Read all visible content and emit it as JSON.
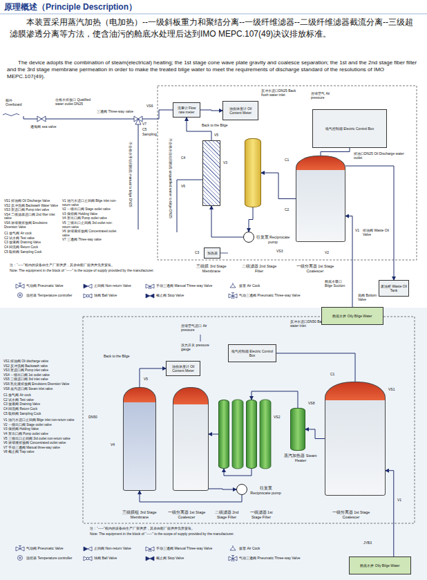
{
  "diagram": {
    "title": "原理概述（Principle Description）",
    "nodes": [
      {
        "text": [
          "电气控制箱 Electric Control Box"
        ]
      },
      {
        "text": [
          "油份浓度计 Oil Content Meter"
        ]
      },
      {
        "text": [
          "流量计 Flow rate meter"
        ]
      },
      {
        "text": [
          "三级膜 3rd Stage Membrane"
        ]
      },
      {
        "text": [
          "二级滤器 2nd Stage Filter"
        ]
      },
      {
        "text": [
          "一级分离器 1st Stage Coalescer"
        ]
      },
      {
        "text": [
          "往复泵 Reciprocate pump"
        ]
      },
      {
        "text": [
          "加热器"
        ]
      },
      {
        "text": [
          "舱底水井 Oily Bilge Water"
        ]
      },
      {
        "text": [
          "废油柜 Waste Oil Tank"
        ]
      },
      {
        "text": [
          "电气控制箱 Electric Control Box"
        ]
      },
      {
        "text": [
          "油份浓度计 Oil Content Meter"
        ]
      },
      {
        "text": [
          "三级膜组 3rd Stage Membrane"
        ]
      },
      {
        "text": [
          "一级分离器 1st Stage Coalescer"
        ]
      },
      {
        "text": [
          "二级滤器 2nd Stage Filter"
        ]
      },
      {
        "text": [
          "一级滤器 1st Stage Filter"
        ]
      },
      {
        "text": [
          "蒸汽加热器 Steam Heater"
        ]
      },
      {
        "text": [
          "一级分离器 1st Stage Coalescer"
        ]
      },
      {
        "text": [
          "往复泵 Reciprocate pump"
        ]
      },
      {
        "text": [
          "舱底水井 Oily Bilge Water"
        ]
      }
    ],
    "edges": [
      {
        "from": 8,
        "to": 5,
        "arrow": "to"
      },
      {
        "from": 5,
        "to": 4,
        "arrow": "to"
      },
      {
        "from": 4,
        "to": 6,
        "arrow": "to"
      },
      {
        "from": 6,
        "to": 3,
        "arrow": "to"
      },
      {
        "from": 3,
        "to": 2,
        "arrow": "to"
      },
      {
        "from": 2,
        "to": 1,
        "arrow": "to"
      },
      {
        "from": 0,
        "to": 5,
        "arrow": "none"
      },
      {
        "from": 5,
        "to": 9,
        "arrow": "to"
      },
      {
        "from": 19,
        "to": 17,
        "arrow": "to"
      },
      {
        "from": 17,
        "to": 16,
        "arrow": "to"
      },
      {
        "from": 16,
        "to": 15,
        "arrow": "to"
      },
      {
        "from": 15,
        "to": 14,
        "arrow": "to"
      },
      {
        "from": 14,
        "to": 13,
        "arrow": "to"
      },
      {
        "from": 13,
        "to": 18,
        "arrow": "to"
      },
      {
        "from": 18,
        "to": 12,
        "arrow": "to"
      },
      {
        "from": 12,
        "to": 11,
        "arrow": "to"
      },
      {
        "from": 10,
        "to": 17,
        "arrow": "none"
      }
    ],
    "labels": [
      "本装置采用蒸汽加热（电加热）--一级斜板重力和聚结分离--一级纤维滤器--二级纤维滤器截流分离--三级超滤膜渗透分离等方法，使含油污的舱底水处理后达到IMO MEPC.107(49)决议排放标准。",
      "The device adopts the combination of steam(electrical) heating; the 1st stage cone wave plate gravity and coalesce separation; the 1st and the 2nd stage fiber filter and the 3rd stage membrane permeation in order to make the treated bilge water to meet the requirements of discharge standard of the resolutions of IMO MEPC.107(49).",
      "舷外 Overboard",
      "通海阀 sea valve",
      "合格水排放口 Qualified water outlet DN25",
      "三通阀 Three-way valve",
      "V7",
      "VS6",
      "C5",
      "Sampling",
      "Back to the Bilge",
      "反冲水进口DN25 Back flush water inlet",
      "压缩空气 Air pressure",
      "排油口DN25 Oil Discharge water outlet",
      "V5",
      "V3",
      "C4",
      "V6",
      "C1",
      "C2",
      "VS3",
      "V2",
      "V1",
      "排油阀 Waste Oil Valve",
      "舱底水吸口 Bilge Suction",
      "底阀 Bottom Valve",
      "C3",
      "不合格水手动回舱底 manual to bilge DN25",
      "不合格水自动回舱底 unqualified water to bilge DN25",
      "VS1 排油阀 Oil Discharge Valve",
      "VS2 反冲洗阀 Backwash Water Valve",
      "VS3 泵进口阀 Pump inlet valve",
      "VS4 二级滤器进口阀 2nd filter inlet valve",
      "VS6 浓缩液排放阀 Emulsions Diversion Valve",
      "C1 放气阀 Air cock",
      "C2 试水阀 Test valve",
      "C3 放液阀 Draining Valve",
      "C4 回流阀 Return Cock",
      "C5 取样阀 Sampling Cock",
      "V1 油污水进口止回阀 Bilge inlet non-return valve",
      "V2 一级出口阀 Stage outlet valve",
      "V3 保持阀 Holding Valve",
      "V4 泵出口阀 Pump outlet valve",
      "V5 三级出口止回阀 3rd outlet non-return valve",
      "V6 浓缩液排放阀 Concentrated outlet valve",
      "V7 三通阀 Three-way valve",
      "注：“-----”框内的设备由生产厂家供货，其余由船厂提供并负责安装。",
      "Note: The equipment in the block of “-----” is the scope of supply provided by the manufacturer.",
      "压缩空气进口 Air pressure",
      "反冲水进口DN50 Back flush water inlet",
      "压力开关 pressure gauge",
      "Back to the Bilge",
      "DN50",
      "V4",
      "V5",
      "VS1",
      "C1",
      "V1",
      "VS2",
      "VS8",
      "JYB3",
      "VS1 排油阀 Oil discharge valve",
      "VS2 反冲洗阀 Backwash valve",
      "VS3 泵进口阀 Pump inlet valve",
      "VS4 一级出口阀 1st outlet valve",
      "VS5 三级进口阀 3rd inlet valve",
      "VS6 乳化液排放阀 Emulsions Diversion Valve",
      "VS8 蒸汽进口阀 Steam inlet valve",
      "C1 放气阀 Air cock",
      "C2 试水阀 Test valve",
      "C3 放液阀 Draining Valve",
      "C4 回流阀 Return Cock",
      "C5 取样阀 Sampling Cock",
      "V1 油污水进口止回阀 Bilge inlet non-return valve",
      "V2 一级出口阀 Stage outlet valve",
      "V3 保持阀 Holding Valve",
      "V4 泵出口阀 Pump outlet valve",
      "V5 三级出口止回阀 3rd outlet non-return valve",
      "V6 浓缩液排放阀 Concentrated outlet valve",
      "V7 手动三通阀 Manual three-way valve",
      "V8 截止阀 Trap valve",
      "注：“-----”框内的设备由生产厂家供货，其余由船厂提供并负责安装。",
      "Note: The equipment in the block of “-----” is the scope of supply provided by the manufacturer."
    ],
    "legend": [
      {
        "text": "气动阀 Pneumatic Valve"
      },
      {
        "text": "止回阀 Non-return Valve"
      },
      {
        "text": "手动三通阀 Manual Three-way Valve"
      },
      {
        "text": "旋塞 Air Cock"
      },
      {
        "text": "温控器 Temperature controller"
      },
      {
        "text": "球阀 Ball Valve"
      },
      {
        "text": "截止阀 Stop Valve"
      },
      {
        "text": "气动三通阀 Pneumatic Three-way Valve"
      },
      {
        "text": "气动阀 Pneumatic Valve"
      },
      {
        "text": "止回阀 Non-return Valve"
      },
      {
        "text": "手动三通阀 Manual Three-way Valve"
      },
      {
        "text": "旋塞 Air Cock"
      },
      {
        "text": "温控器 Temperature controller"
      },
      {
        "text": "球阀 Ball Valve"
      },
      {
        "text": "截止阀 Stop Valve"
      },
      {
        "text": "气动三通阀 Pneumatic Three-way Valve"
      }
    ]
  }
}
